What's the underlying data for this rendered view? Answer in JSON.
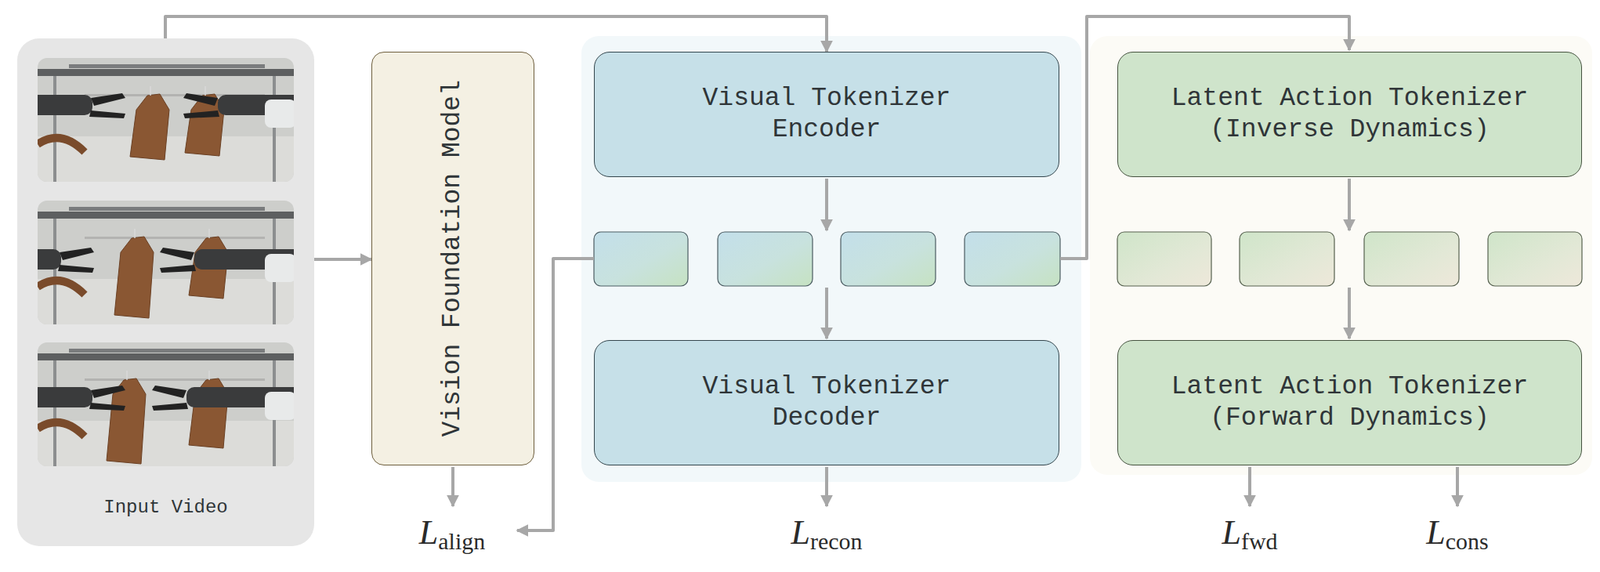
{
  "diagram": {
    "nodes": [
      {
        "text": [
          "Input Video"
        ]
      },
      {
        "text": [
          "Vision Foundation Model"
        ]
      },
      {
        "text": [
          "Visual Tokenizer Encoder"
        ]
      },
      {
        "text": [
          "Visual Tokenizer Decoder"
        ]
      },
      {
        "text": [
          "Latent Action Tokenizer (Inverse Dynamics)"
        ]
      },
      {
        "text": [
          "Latent Action Tokenizer (Forward Dynamics)"
        ]
      }
    ],
    "edges": [
      {
        "from": 0,
        "to": 1,
        "arrow": "to"
      },
      {
        "from": 0,
        "to": 2,
        "arrow": "to"
      }
    ],
    "labels": [
      "Lalign",
      "Lrecon",
      "Lfwd",
      "Lcons"
    ]
  }
}
